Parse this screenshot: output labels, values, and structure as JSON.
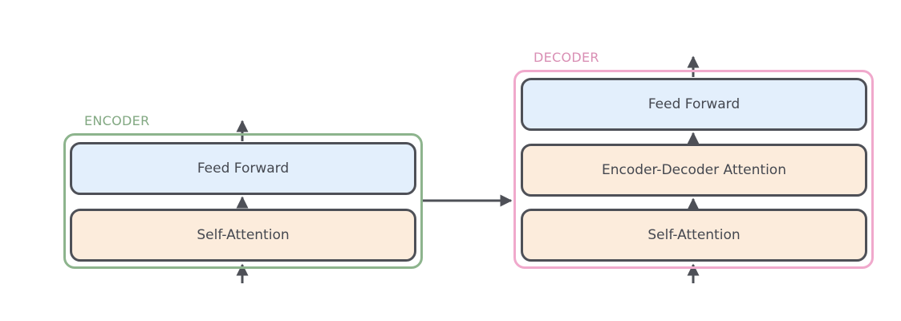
{
  "encoder": {
    "label": "ENCODER",
    "layers": {
      "feed_forward": "Feed Forward",
      "self_attention": "Self-Attention"
    }
  },
  "decoder": {
    "label": "DECODER",
    "layers": {
      "feed_forward": "Feed Forward",
      "encoder_decoder_attention": "Encoder-Decoder Attention",
      "self_attention": "Self-Attention"
    }
  },
  "colors": {
    "encoder_border": "#8db48d",
    "encoder_label": "#82a882",
    "decoder_border": "#f0a9cc",
    "decoder_label": "#d98fb4",
    "feed_forward_fill": "#e3effc",
    "attention_fill": "#fcecdc",
    "layer_border": "#4e5057",
    "arrow": "#4e5057"
  }
}
